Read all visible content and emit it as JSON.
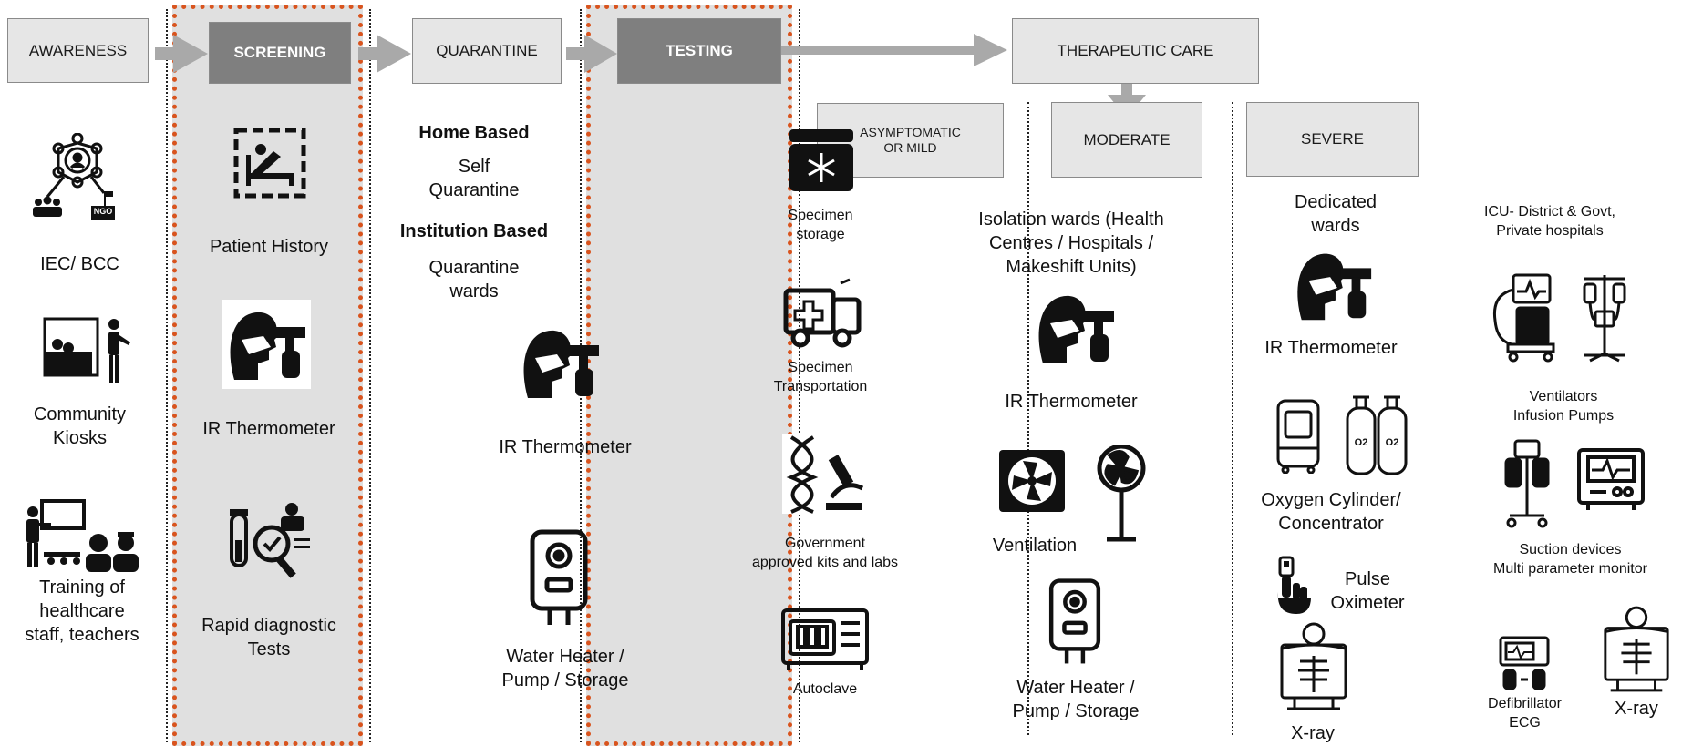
{
  "stages": {
    "awareness": "AWARENESS",
    "screening": "SCREENING",
    "quarantine": "QUARANTINE",
    "testing": "TESTING",
    "therapeutic": "THERAPEUTIC CARE"
  },
  "subcategories": {
    "mild": "ASYMPTOMATIC\nOR MILD",
    "moderate": "MODERATE",
    "severe": "SEVERE"
  },
  "awareness": {
    "iec": "IEC/ BCC",
    "kiosks": "Community\nKiosks",
    "training": "Training of healthcare\nstaff, teachers",
    "ngo_badge": "NGO"
  },
  "screening": {
    "history": "Patient History",
    "thermo": "IR Thermometer",
    "rdt": "Rapid diagnostic\nTests"
  },
  "quarantine": {
    "home": "Home Based",
    "self": "Self\nQuarantine",
    "institution": "Institution Based",
    "wards": "Quarantine\nwards",
    "thermo": "IR Thermometer",
    "heater": "Water Heater /\nPump / Storage"
  },
  "testing": {
    "storage": "Specimen\nstorage",
    "transport": "Specimen\nTransportation",
    "kits": "Government\napproved kits and labs",
    "autoclave": "Autoclave"
  },
  "mild": {
    "isolation": "Isolation wards (Health\nCentres / Hospitals /\nMakeshift Units)",
    "thermo": "IR Thermometer",
    "ventilation": "Ventilation",
    "heater": "Water Heater /\nPump / Storage"
  },
  "moderate": {
    "wards": "Dedicated\nwards",
    "thermo": "IR Thermometer",
    "oxygen": "Oxygen Cylinder/\nConcentrator",
    "o2": "O2",
    "pulse": "Pulse\nOximeter",
    "xray": "X-ray"
  },
  "severe": {
    "icu": "ICU- District & Govt,\nPrivate hospitals",
    "vent": "Ventilators\nInfusion Pumps",
    "suction": "Suction devices\nMulti parameter monitor",
    "defib": "Defibrillator\nECG",
    "xray": "X-ray"
  },
  "colors": {
    "box_fill": "#e6e6e6",
    "box_dark": "#7f7f7f",
    "panel": "#e0e0e0",
    "panel_border": "#d9541e",
    "arrow": "#a9a9a9"
  }
}
